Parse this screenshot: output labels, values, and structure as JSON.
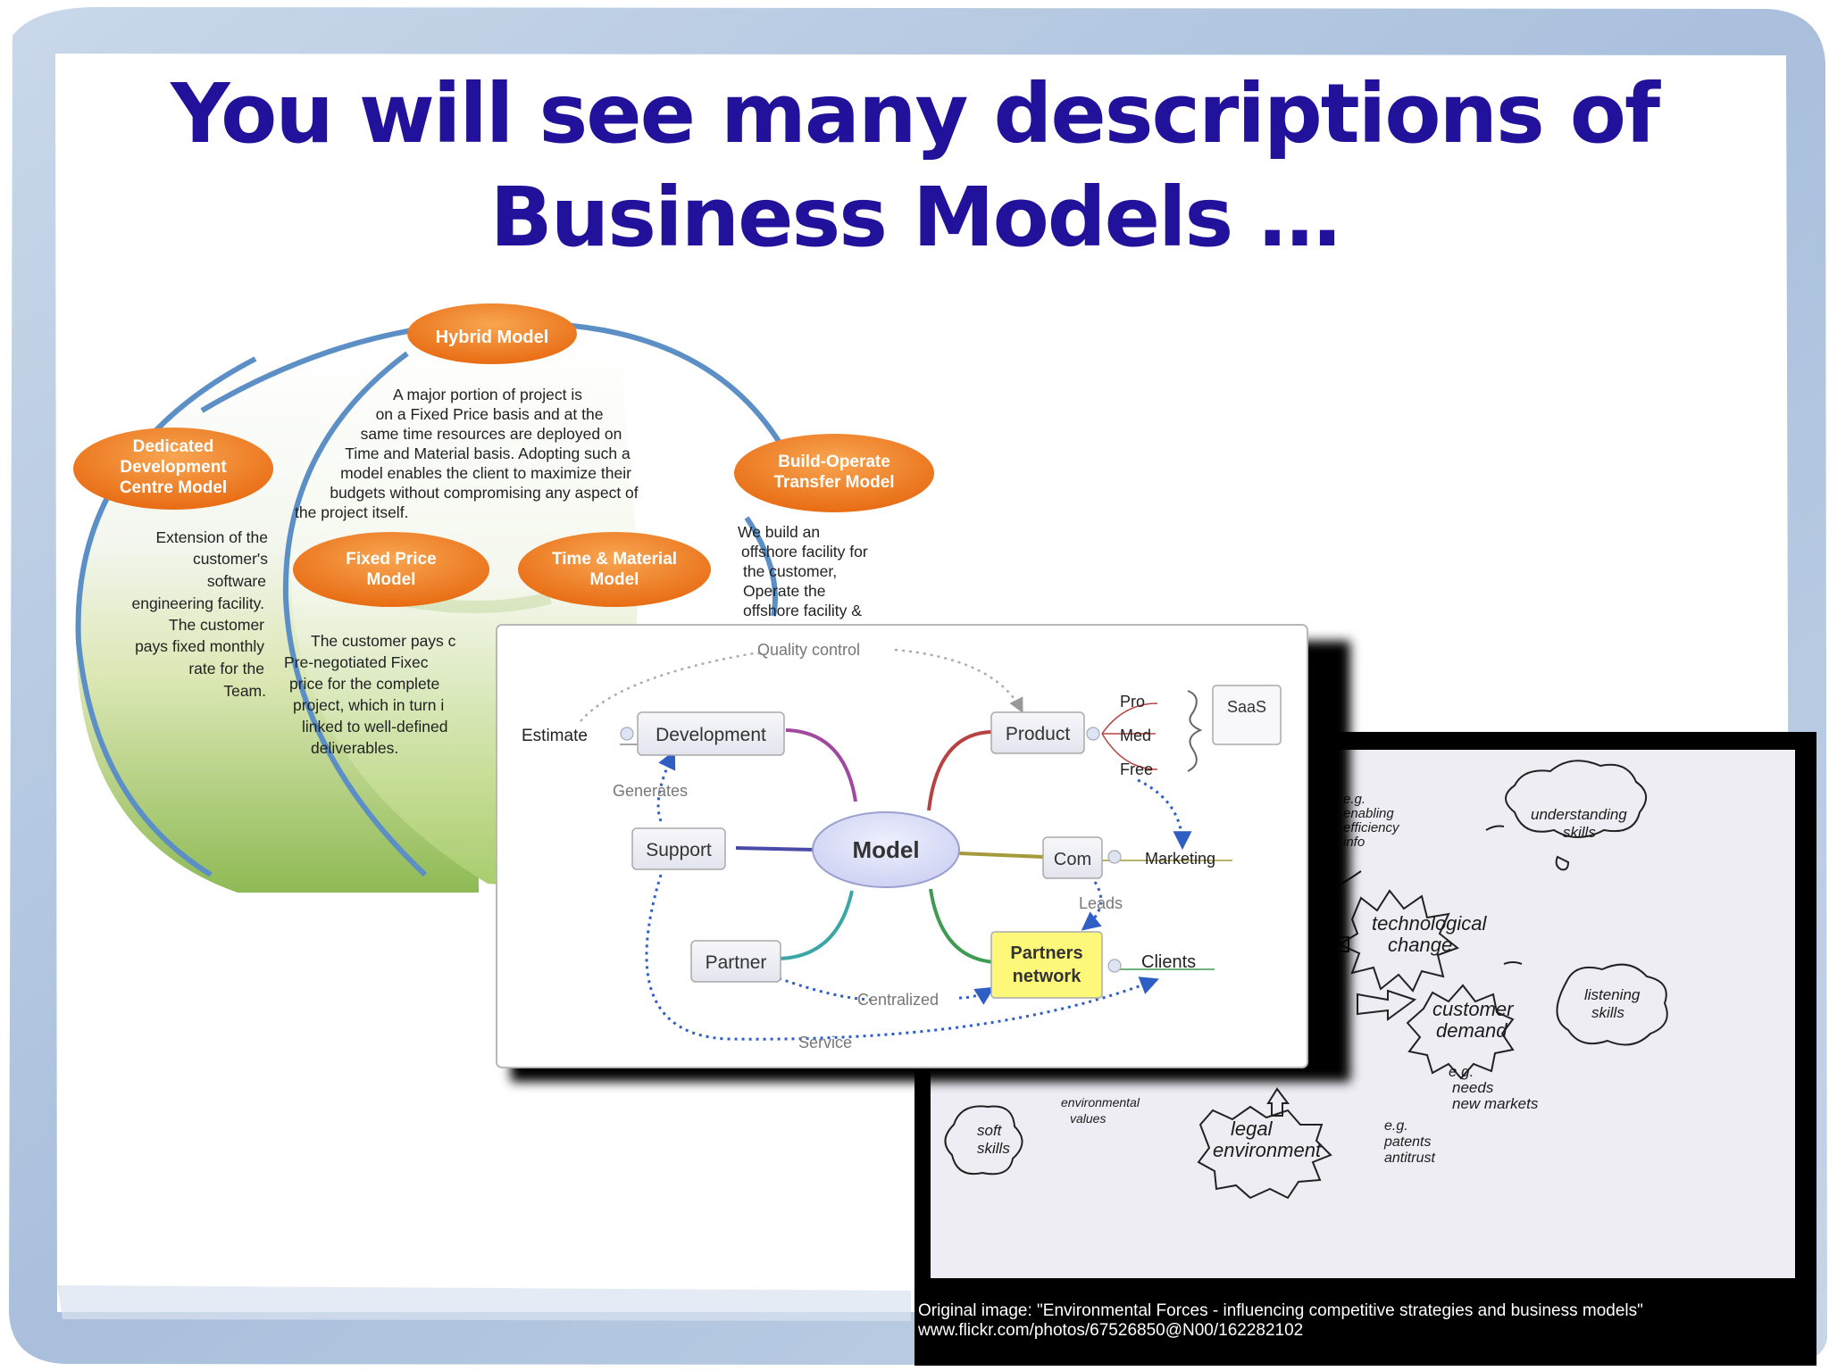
{
  "slide": {
    "title_line1": "You will see many descriptions of",
    "title_line2": "Business Models …"
  },
  "venn": {
    "hybrid": "Hybrid Model",
    "hybrid_desc": [
      "A major portion of project is",
      "on a Fixed Price basis and at the",
      "same time resources are deployed on",
      "Time and Material basis. Adopting such a",
      "model enables the client to maximize their",
      "budgets without compromising any aspect of",
      "the project itself."
    ],
    "ddc": [
      "Dedicated",
      "Development",
      "Centre Model"
    ],
    "ddc_desc": [
      "Extension of the",
      "customer's",
      "software",
      "engineering facility.",
      "The customer",
      "pays fixed monthly",
      "rate for the",
      "Team."
    ],
    "fixed": [
      "Fixed Price",
      "Model"
    ],
    "fixed_desc": [
      "The customer pays c",
      "Pre-negotiated Fixec",
      "price for the complete",
      "project, which in turn i",
      "linked to well-defined",
      "deliverables."
    ],
    "tm": [
      "Time & Material",
      "Model"
    ],
    "bot": [
      "Build-Operate",
      "Transfer Model"
    ],
    "bot_desc": [
      "We build an",
      "offshore facility for",
      "the customer,",
      "Operate the",
      "offshore facility &"
    ]
  },
  "mindmap": {
    "center": "Model",
    "quality": "Quality control",
    "estimate": "Estimate",
    "development": "Development",
    "generates": "Generates",
    "support": "Support",
    "partner": "Partner",
    "centralized": "Centralized",
    "service": "Service",
    "product": "Product",
    "pro": "Pro",
    "med": "Med",
    "free": "Free",
    "saas": "SaaS",
    "com": "Com",
    "marketing": "Marketing",
    "leads": "Leads",
    "partners_network": [
      "Partners",
      "network"
    ],
    "clients": "Clients"
  },
  "sketch": {
    "caption_line1": "Original image: \"Environmental Forces - influencing competitive strategies and business models\"",
    "caption_line2": "www.flickr.com/photos/67526850@N00/162282102",
    "technological": [
      "technological",
      "change"
    ],
    "customer": [
      "customer",
      "demand"
    ],
    "legal": [
      "legal",
      "environment"
    ],
    "eg_tech": [
      "e.g.",
      "enabling",
      "efficiency",
      "info"
    ],
    "understanding": [
      "understanding",
      "skills"
    ],
    "listening": [
      "listening",
      "skills"
    ],
    "eg_cust": [
      "e.g.",
      "needs",
      "new markets"
    ],
    "soft": [
      "soft",
      "skills"
    ],
    "env_values": [
      "environmental",
      "values"
    ],
    "eg_legal": [
      "e.g.",
      "patents",
      "antitrust"
    ]
  },
  "colors": {
    "title": "#22119a",
    "orange": "#ef7a1a",
    "venn_blue": "#5b8fc6",
    "mm_blue": "#2f5fc4",
    "highlight": "#fdf87a"
  }
}
